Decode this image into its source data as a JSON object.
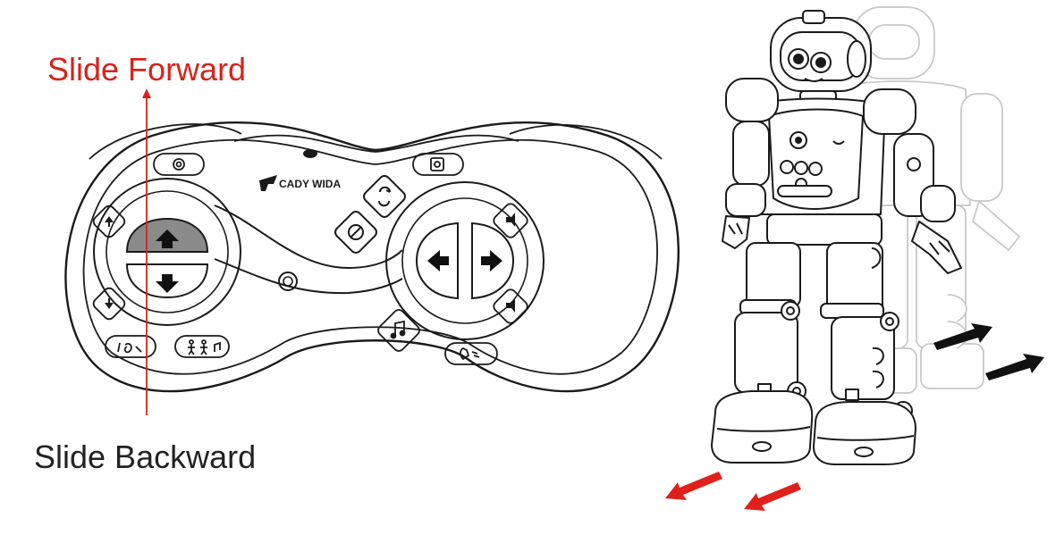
{
  "labels": {
    "slide_forward": "Slide Forward",
    "slide_backward": "Slide Backward"
  },
  "remote": {
    "brand": "CADY WIDA"
  },
  "colors": {
    "label_red": "#d8221a",
    "label_dark": "#222222",
    "line": "#1a1a1a",
    "arrow_red": "#e0211b",
    "arrow_black": "#111111",
    "highlight_gray": "#8a8a8a"
  },
  "icons": [
    "gear-icon",
    "camera-icon",
    "loop-icon",
    "cancel-icon",
    "up-arrow-icon",
    "down-arrow-icon",
    "left-arrow-icon",
    "right-arrow-icon",
    "music-icon",
    "dance-icon",
    "gesture-icon",
    "volume-up-icon",
    "volume-down-icon"
  ]
}
